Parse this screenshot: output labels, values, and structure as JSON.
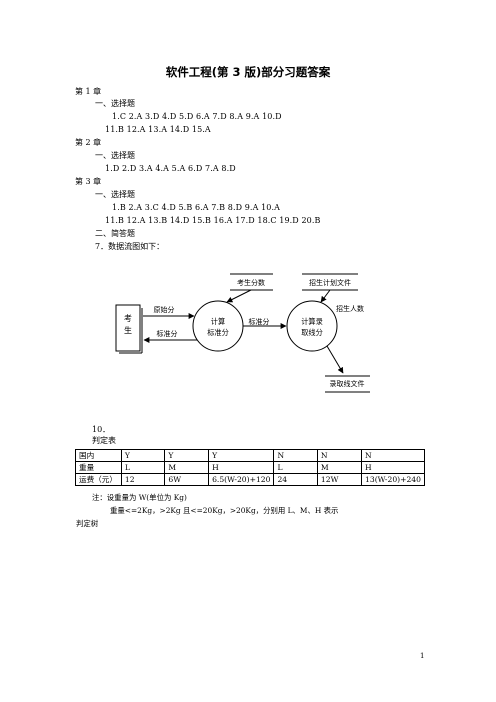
{
  "title": "软件工程(第 3 版)部分习题答案",
  "chapters": [
    {
      "heading": "第 1 章",
      "sections": [
        {
          "heading": "一、选择题",
          "lines": [
            "1.C    2.A    3.D    4.D    5.D    6.A    7.D    8.A    9.A    10.D",
            "11.B    12.A    13.A    14.D    15.A"
          ]
        }
      ]
    },
    {
      "heading": "第 2 章",
      "sections": [
        {
          "heading": "一、选择题",
          "lines": [
            "1.D    2.D    3.A    4.A    5.A    6.D      7.A    8.D"
          ]
        }
      ]
    },
    {
      "heading": "第 3 章",
      "sections": [
        {
          "heading": "一、选择题",
          "lines": [
            "1.B    2.A    3.C    4.D    5.B      6.A    7.B    8.D    9.A    10.A",
            "11.B    12.A    13.B    14.D    15.B      16.A    17.D    18.C    19.D    20.B"
          ]
        },
        {
          "heading": "二、简答题",
          "lines": []
        }
      ]
    }
  ],
  "q7_label": "7．数据流图如下：",
  "dfd": {
    "entity": "考生",
    "process1": [
      "计算",
      "标准分"
    ],
    "process2": [
      "计算录",
      "取线分"
    ],
    "store_scores": "考生分数",
    "store_plan": "招生计划文件",
    "store_line": "录取线文件",
    "flow_raw": "原始分",
    "flow_std_back": "标准分",
    "flow_std": "标准分",
    "flow_count": "招生人数"
  },
  "q10_label": "10．",
  "table_label": "判定表",
  "decision_table": [
    [
      "国内",
      "Y",
      "Y",
      "Y",
      "N",
      "N",
      "N"
    ],
    [
      "重量",
      "L",
      "M",
      "H",
      "L",
      "M",
      "H"
    ],
    [
      "运费（元）",
      "12",
      "6W",
      "6.5(W-20)+120",
      "24",
      "12W",
      "13(W-20)+240"
    ]
  ],
  "note1": "注：设重量为 W(单位为 Kg)",
  "note2": "重量<=2Kg，>2Kg 且<=20Kg，>20Kg，分别用 L、M、H 表示",
  "tree_label": "判定树",
  "page_number": "1"
}
